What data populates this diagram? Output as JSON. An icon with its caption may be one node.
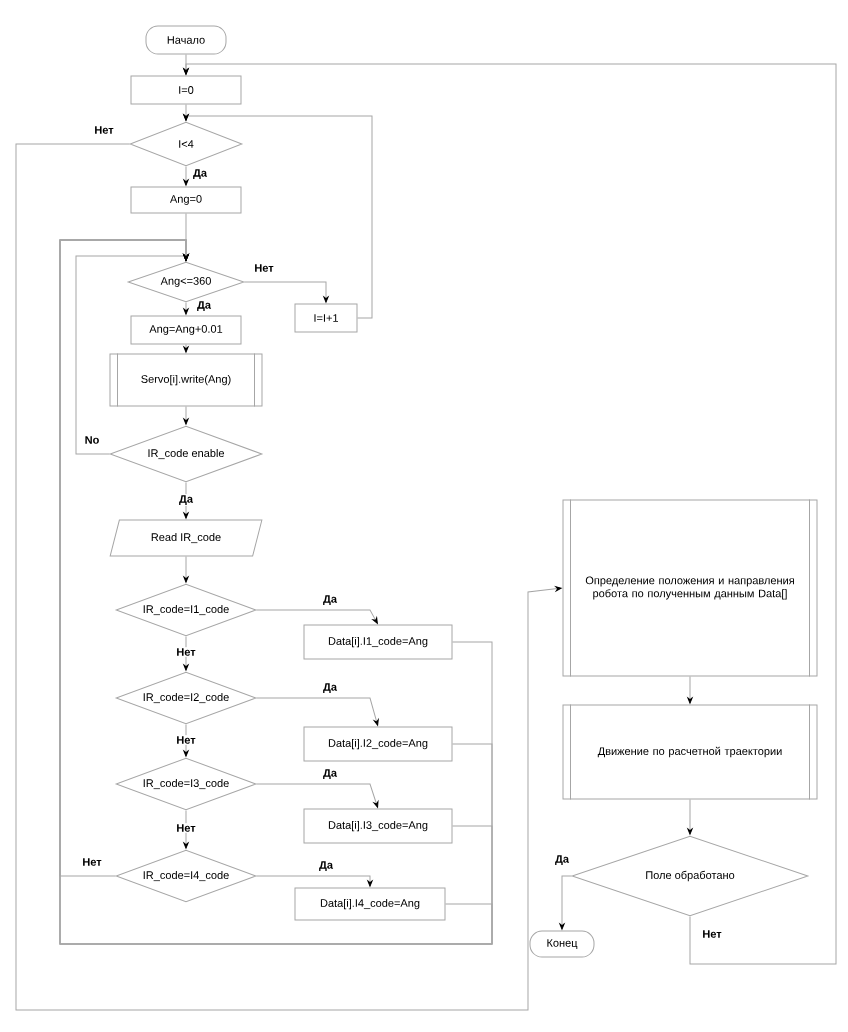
{
  "diagram": {
    "nodes": [
      {
        "text": [
          "Начало"
        ]
      },
      {
        "text": [
          "I=0"
        ]
      },
      {
        "text": [
          "I<4"
        ]
      },
      {
        "text": [
          "Ang=0"
        ]
      },
      {
        "text": [
          "Ang<=360"
        ]
      },
      {
        "text": [
          "I=I+1"
        ]
      },
      {
        "text": [
          "Ang=Ang+0.01"
        ]
      },
      {
        "text": [
          "Servo[i].write(Ang)"
        ]
      },
      {
        "text": [
          "IR_code enable"
        ]
      },
      {
        "text": [
          "Read IR_code"
        ]
      },
      {
        "text": [
          "IR_code=I1_code"
        ]
      },
      {
        "text": [
          "Data[i].I1_code=Ang"
        ]
      },
      {
        "text": [
          "IR_code=I2_code"
        ]
      },
      {
        "text": [
          "Data[i].I2_code=Ang"
        ]
      },
      {
        "text": [
          "IR_code=I3_code"
        ]
      },
      {
        "text": [
          "Data[i].I3_code=Ang"
        ]
      },
      {
        "text": [
          "IR_code=I4_code"
        ]
      },
      {
        "text": [
          "Data[i].I4_code=Ang"
        ]
      },
      {
        "text": [
          "Определение положения и направления робота по полученным данным Data[]"
        ]
      },
      {
        "text": [
          "Движение по расчетной траектории"
        ]
      },
      {
        "text": [
          "Поле обработано"
        ]
      },
      {
        "text": [
          "Конец"
        ]
      }
    ],
    "edges": [
      {
        "from": 0,
        "to": 1,
        "arrow": "to"
      },
      {
        "from": 1,
        "to": 2,
        "arrow": "to"
      },
      {
        "from": 2,
        "to": 3,
        "arrow": "to",
        "label": "Да"
      },
      {
        "from": 2,
        "to": 18,
        "arrow": "to",
        "label": "Нет"
      },
      {
        "from": 3,
        "to": 4,
        "arrow": "to"
      },
      {
        "from": 4,
        "to": 5,
        "arrow": "to",
        "label": "Нет"
      },
      {
        "from": 5,
        "to": 2,
        "arrow": "to"
      },
      {
        "from": 4,
        "to": 6,
        "arrow": "to",
        "label": "Да"
      },
      {
        "from": 6,
        "to": 7,
        "arrow": "to"
      },
      {
        "from": 7,
        "to": 8,
        "arrow": "to"
      },
      {
        "from": 8,
        "to": 4,
        "arrow": "to",
        "label": "No"
      },
      {
        "from": 8,
        "to": 9,
        "arrow": "to",
        "label": "Да"
      },
      {
        "from": 9,
        "to": 10,
        "arrow": "to"
      },
      {
        "from": 10,
        "to": 11,
        "arrow": "to",
        "label": "Да"
      },
      {
        "from": 10,
        "to": 12,
        "arrow": "to",
        "label": "Нет"
      },
      {
        "from": 12,
        "to": 13,
        "arrow": "to",
        "label": "Да"
      },
      {
        "from": 12,
        "to": 14,
        "arrow": "to",
        "label": "Нет"
      },
      {
        "from": 14,
        "to": 15,
        "arrow": "to",
        "label": "Да"
      },
      {
        "from": 14,
        "to": 16,
        "arrow": "to",
        "label": "Нет"
      },
      {
        "from": 16,
        "to": 17,
        "arrow": "to",
        "label": "Да"
      },
      {
        "from": 16,
        "to": 4,
        "arrow": "to",
        "label": "Нет"
      },
      {
        "from": 11,
        "to": 4,
        "arrow": "to"
      },
      {
        "from": 13,
        "to": 4,
        "arrow": "to"
      },
      {
        "from": 15,
        "to": 4,
        "arrow": "to"
      },
      {
        "from": 17,
        "to": 4,
        "arrow": "to"
      },
      {
        "from": 18,
        "to": 19,
        "arrow": "to"
      },
      {
        "from": 19,
        "to": 20,
        "arrow": "to"
      },
      {
        "from": 20,
        "to": 21,
        "arrow": "to",
        "label": "Да"
      },
      {
        "from": 20,
        "to": 1,
        "arrow": "to",
        "label": "Нет"
      }
    ]
  }
}
